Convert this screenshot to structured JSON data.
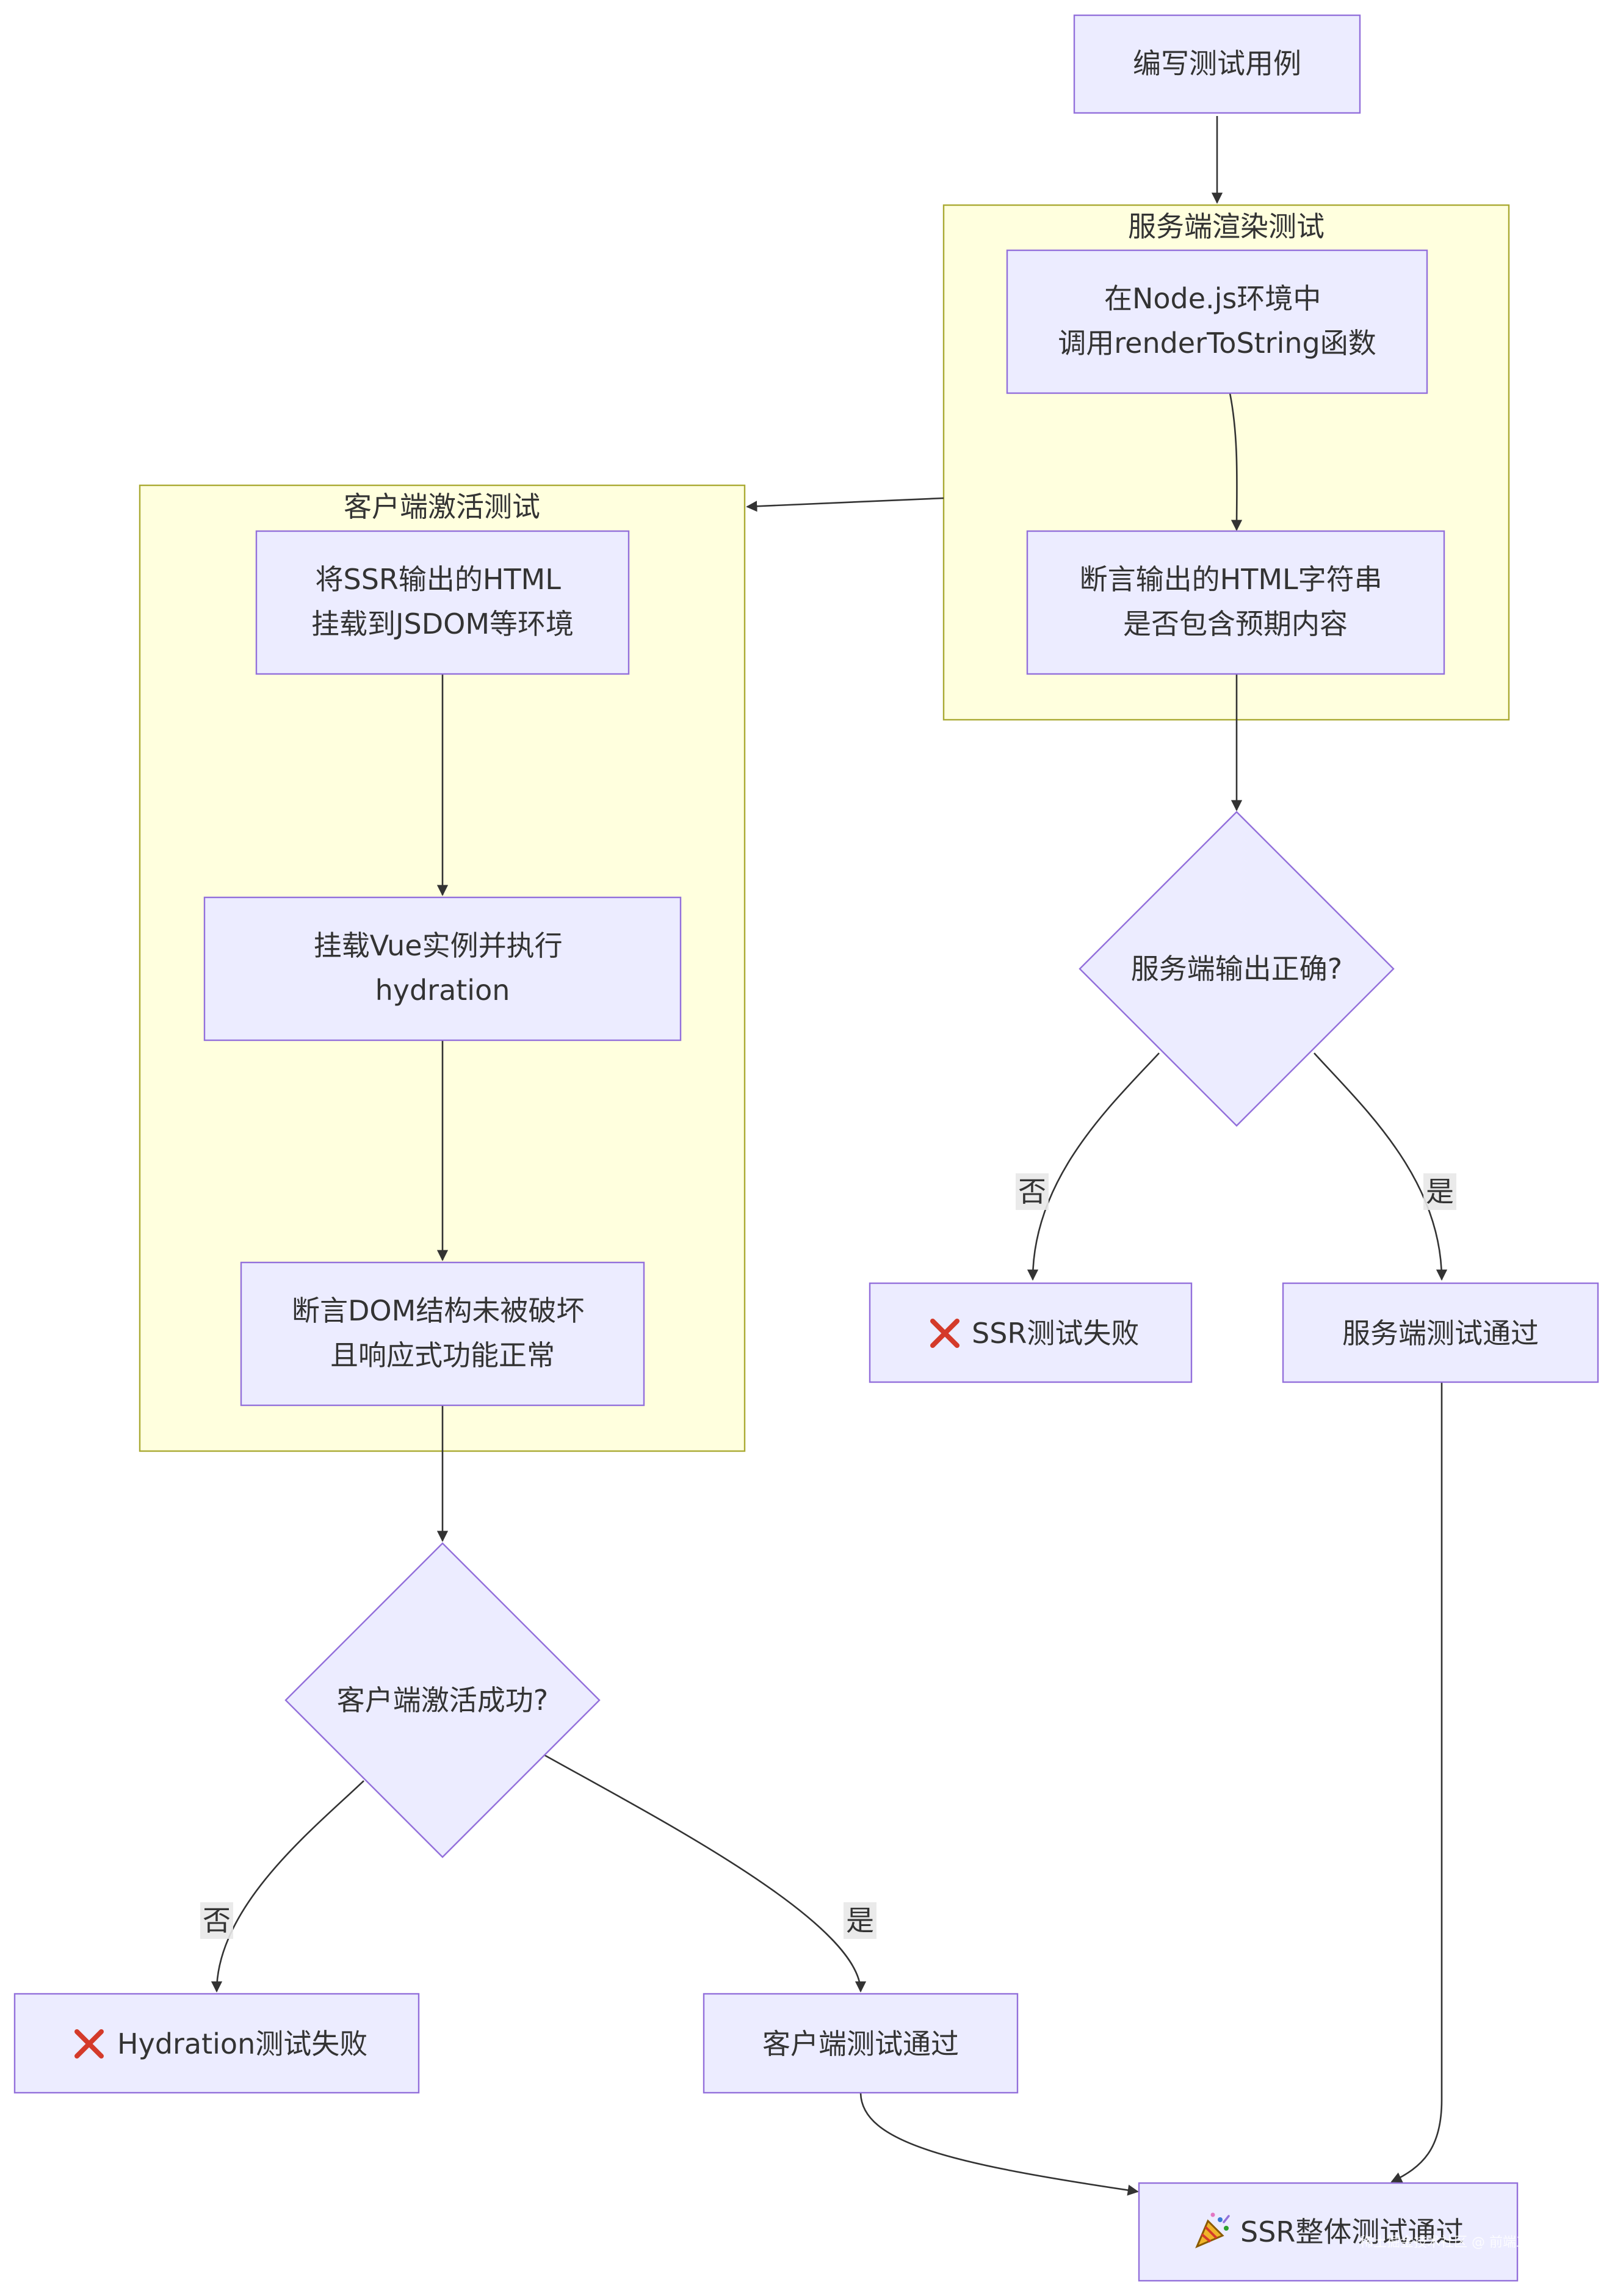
{
  "nodes": {
    "write_tests": "编写测试用例",
    "ssr_render_call": [
      "在Node.js环境中",
      "调用renderToString函数"
    ],
    "assert_html": [
      "断言输出的HTML字符串",
      "是否包含预期内容"
    ],
    "server_ok_question": "服务端输出正确?",
    "ssr_fail": "SSR测试失败",
    "server_pass": "服务端测试通过",
    "mount_jsdom": [
      "将SSR输出的HTML",
      "挂载到JSDOM等环境"
    ],
    "mount_vue": [
      "挂载Vue实例并执行",
      "hydration"
    ],
    "assert_dom": [
      "断言DOM结构未被破坏",
      "且响应式功能正常"
    ],
    "client_ok_question": "客户端激活成功?",
    "hydration_fail": "Hydration测试失败",
    "client_pass": "客户端测试通过",
    "all_pass": "SSR整体测试通过"
  },
  "clusters": {
    "server": "服务端渲染测试",
    "client": "客户端激活测试"
  },
  "edge_labels": {
    "no": "否",
    "yes": "是"
  },
  "watermark": "稀土掘金技术社区 @ 前端工作日常",
  "icons": {
    "fail": "cross-mark-icon",
    "success": "party-popper-icon"
  },
  "colors": {
    "node_fill": "#ececff",
    "node_stroke": "#9370db",
    "cluster_fill": "#ffffde",
    "cluster_stroke": "#aaaa33",
    "edge": "#333333"
  }
}
